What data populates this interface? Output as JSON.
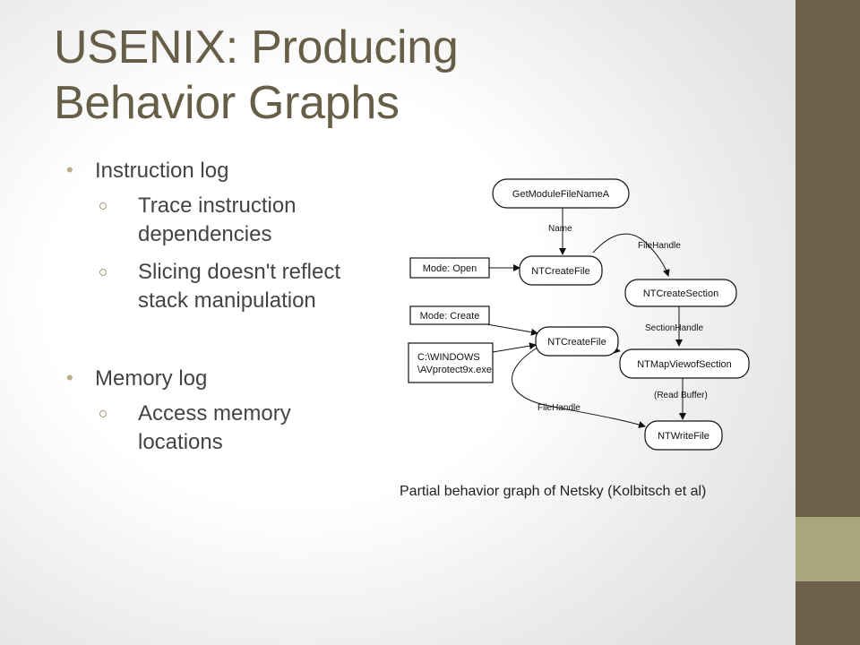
{
  "slide": {
    "title_line1": "USENIX: Producing",
    "title_line2": "Behavior Graphs",
    "bullets": [
      {
        "text": "Instruction log",
        "subitems": [
          "Trace instruction dependencies",
          "Slicing doesn't reflect stack manipulation"
        ]
      },
      {
        "text": "Memory log",
        "subitems": [
          "Access memory locations"
        ]
      }
    ],
    "caption": "Partial behavior graph of Netsky (Kolbitsch et al)"
  },
  "graph": {
    "nodes": {
      "getmodule": "GetModuleFileNameA",
      "ntcreatefile1": "NTCreateFile",
      "mode_open": "Mode: Open",
      "ntcreatesection": "NTCreateSection",
      "mode_create": "Mode: Create",
      "ntcreatefile2": "NTCreateFile",
      "path_line1": "C:\\WINDOWS",
      "path_line2": "\\AVprotect9x.exe",
      "ntmapview": "NTMapViewofSection",
      "ntwritefile": "NTWriteFile"
    },
    "edges": {
      "name": "Name",
      "filehandle1": "FileHandle",
      "sectionhandle": "SectionHandle",
      "readbuffer": "(Read Buffer)",
      "filehandle2": "FileHandle"
    }
  },
  "colors": {
    "title": "#675e47",
    "sidebar": "#6b604a",
    "sidebar_accent": "#aba57d",
    "bullet": "#b7ae86"
  }
}
